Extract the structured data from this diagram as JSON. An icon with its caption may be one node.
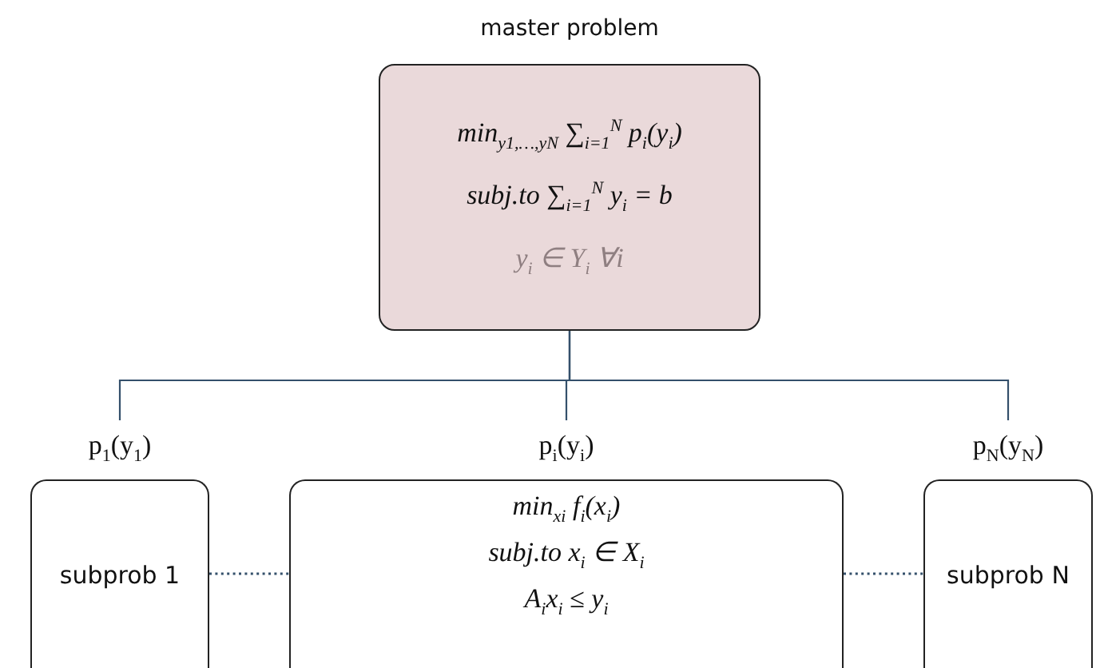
{
  "diagram": {
    "nodes": [
      {
        "text": [
          "master problem",
          "min$_{y1,…,yN}$ ∑$_{i=1}$$^{N}$ p$_{i}$(y$_{i}$)",
          "subj.to ∑$_{i=1}$$^{N}$ y$_{i}$ = b",
          "y$_{i}$ ∈ Y$_{i}$ ∀i"
        ]
      },
      {
        "text": [
          "subprob 1"
        ],
        "beside": [
          "p$_{1}$(y$_{1}$)"
        ]
      },
      {
        "text": [
          "min$_{xi}$ f$_{i}$(x$_{i}$)",
          "subj.to x$_{i}$ ∈ X$_{i}$",
          "A$_{i}$x$_{i}$ ≤ y$_{i}$"
        ],
        "beside": [
          "p$_{i}$(y$_{i}$)"
        ]
      },
      {
        "text": [
          "subprob N"
        ],
        "beside": [
          "p$_{N}$(y$_{N}$)"
        ]
      }
    ],
    "edges": [
      {
        "from": 0,
        "to": 1,
        "arrow": "none"
      },
      {
        "from": 0,
        "to": 2,
        "arrow": "none"
      },
      {
        "from": 0,
        "to": 3,
        "arrow": "none"
      },
      {
        "from": 1,
        "to": 2,
        "arrow": "none",
        "style": "dashed"
      },
      {
        "from": 2,
        "to": 3,
        "arrow": "none",
        "style": "dashed"
      }
    ]
  }
}
